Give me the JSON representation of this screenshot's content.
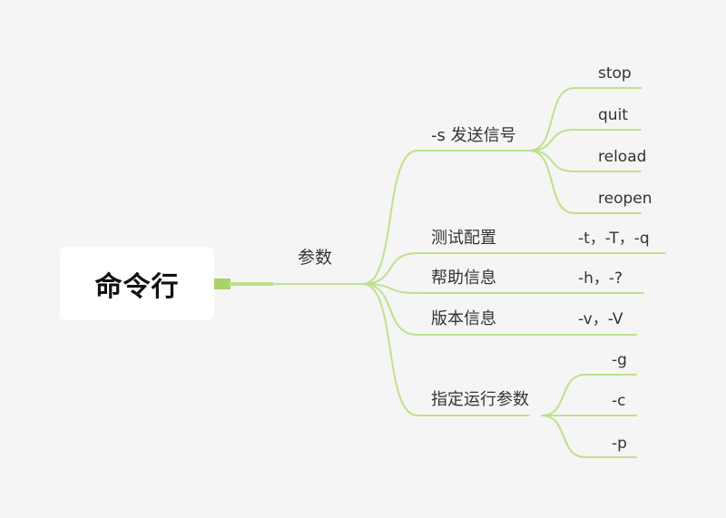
{
  "root": {
    "label": "命令行"
  },
  "hub": {
    "label": "参数"
  },
  "branches": [
    {
      "label": "-s 发送信号",
      "children": [
        "stop",
        "quit",
        "reload",
        "reopen"
      ]
    },
    {
      "label": "测试配置",
      "children": [
        "-t，-T，-q"
      ]
    },
    {
      "label": "帮助信息",
      "children": [
        "-h，-?"
      ]
    },
    {
      "label": "版本信息",
      "children": [
        "-v，-V"
      ]
    },
    {
      "label": "指定运行参数",
      "children": [
        "-g",
        "-c",
        "-p"
      ]
    }
  ],
  "colors": {
    "line": "#bfe08c",
    "connector": "#a8d26a",
    "text": "#333333",
    "background": "#f5f5f5"
  }
}
